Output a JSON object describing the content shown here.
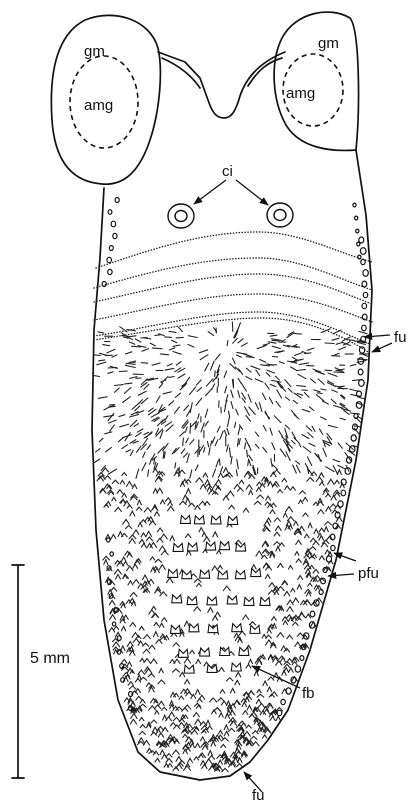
{
  "labels": {
    "gm_left": "gm",
    "gm_right": "gm",
    "amg_left": "amg",
    "amg_right": "amg",
    "ci": "ci",
    "fu_upper": "fu",
    "pfu": "pfu",
    "fb": "fb",
    "fu_bottom": "fu"
  },
  "scale_bar": {
    "label": "5 mm"
  },
  "colors": {
    "ink": "#111111",
    "background": "#ffffff"
  }
}
